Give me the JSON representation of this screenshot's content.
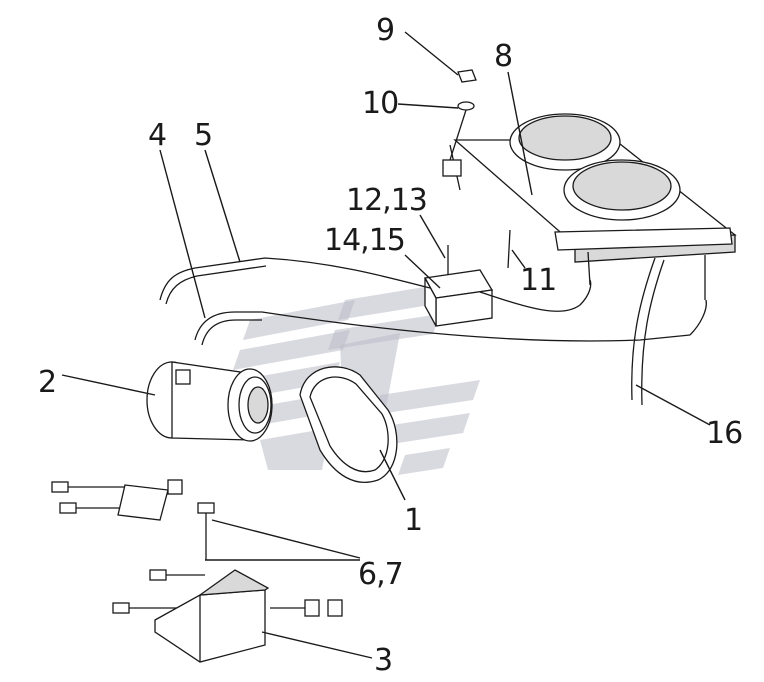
{
  "diagram": {
    "callouts": {
      "c1": "1",
      "c2": "2",
      "c3": "3",
      "c4": "4",
      "c5": "5",
      "c67": "6,7",
      "c8": "8",
      "c9": "9",
      "c10": "10",
      "c11": "11",
      "c1213": "12,13",
      "c1415": "14,15",
      "c16": "16"
    },
    "colors": {
      "line": "#1a1a1a",
      "watermark": "#b9bcc6",
      "background": "#ffffff"
    },
    "icons": [
      "compressor",
      "drive-belt",
      "mounting-bracket",
      "condenser-with-fans",
      "receiver-drier",
      "hoses",
      "bolts-nuts"
    ]
  }
}
